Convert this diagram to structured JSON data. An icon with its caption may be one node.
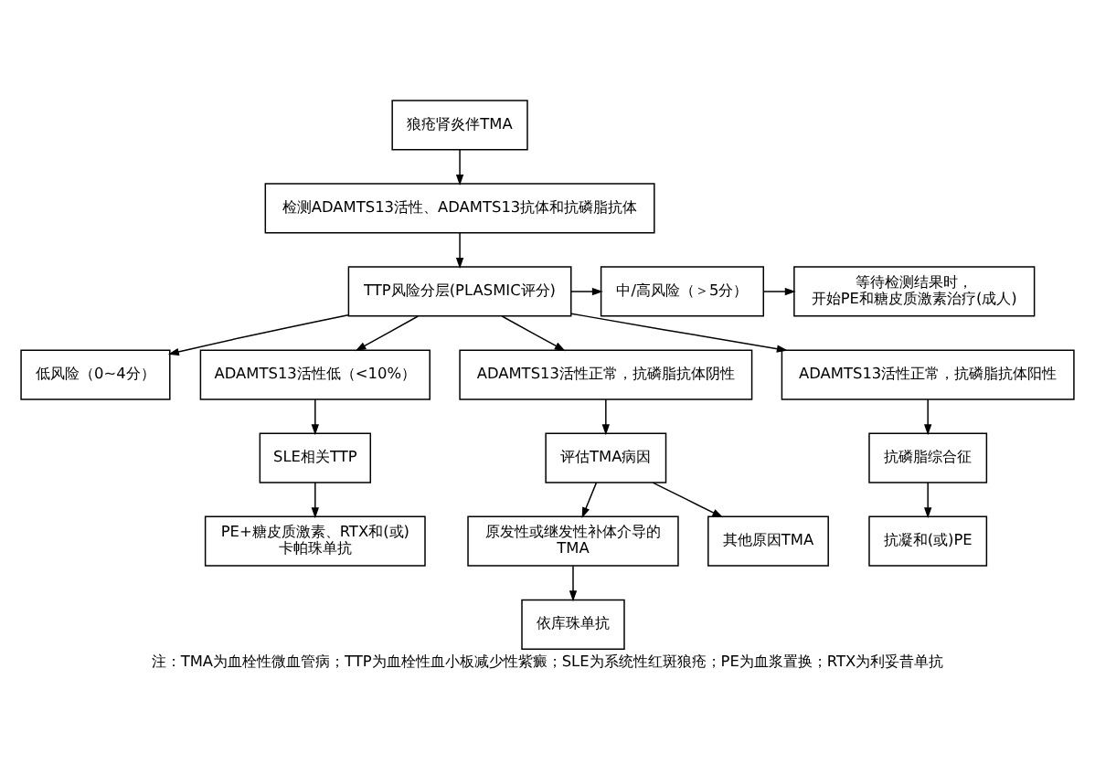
{
  "diagram": {
    "caption": "注：TMA为血栓性微血管病；TTP为血栓性血小板减少性紫癜；SLE为系统性红斑狼疮；PE为血浆置换；RTX为利妥昔单抗",
    "nodes": [
      {
        "text": [
          "狼疮肾炎伴TMA"
        ]
      },
      {
        "text": [
          "检测ADAMTS13活性、ADAMTS13抗体和抗磷脂抗体"
        ]
      },
      {
        "text": [
          "TTP风险分层(PLASMIC评分)"
        ]
      },
      {
        "text": [
          "中/高风险（＞5分）"
        ]
      },
      {
        "text": [
          "低风险（0~4分）"
        ]
      },
      {
        "text": [
          "等待检测结果时，开始PE和糖皮质激素治疗(成人)"
        ]
      },
      {
        "text": [
          "ADAMTS13活性低（<10%）"
        ]
      },
      {
        "text": [
          "ADAMTS13活性正常，抗磷脂抗体阴性"
        ]
      },
      {
        "text": [
          "ADAMTS13活性正常，抗磷脂抗体阳性"
        ]
      },
      {
        "text": [
          "SLE相关TTP"
        ]
      },
      {
        "text": [
          "评估TMA病因"
        ]
      },
      {
        "text": [
          "抗磷脂综合征"
        ]
      },
      {
        "text": [
          "PE+糖皮质激素、RTX和(或)卡帕珠单抗"
        ]
      },
      {
        "text": [
          "原发性或继发性补体介导的TMA"
        ]
      },
      {
        "text": [
          "其他原因TMA"
        ]
      },
      {
        "text": [
          "抗凝和(或)PE"
        ]
      },
      {
        "text": [
          "依库珠单抗"
        ]
      }
    ],
    "edges": [
      {
        "from": 0,
        "to": 1,
        "arrow": "to"
      },
      {
        "from": 1,
        "to": 2,
        "arrow": "to"
      },
      {
        "from": 2,
        "to": 3,
        "arrow": "to"
      },
      {
        "from": 2,
        "to": 4,
        "arrow": "to"
      },
      {
        "from": 3,
        "to": 5,
        "arrow": "to"
      },
      {
        "from": 2,
        "to": 6,
        "arrow": "to"
      },
      {
        "from": 2,
        "to": 7,
        "arrow": "to"
      },
      {
        "from": 2,
        "to": 8,
        "arrow": "to"
      },
      {
        "from": 6,
        "to": 9,
        "arrow": "to"
      },
      {
        "from": 9,
        "to": 12,
        "arrow": "to"
      },
      {
        "from": 7,
        "to": 10,
        "arrow": "to"
      },
      {
        "from": 10,
        "to": 13,
        "arrow": "to"
      },
      {
        "from": 10,
        "to": 14,
        "arrow": "to"
      },
      {
        "from": 13,
        "to": 16,
        "arrow": "to"
      },
      {
        "from": 8,
        "to": 11,
        "arrow": "to"
      },
      {
        "from": 11,
        "to": 15,
        "arrow": "to"
      }
    ]
  }
}
